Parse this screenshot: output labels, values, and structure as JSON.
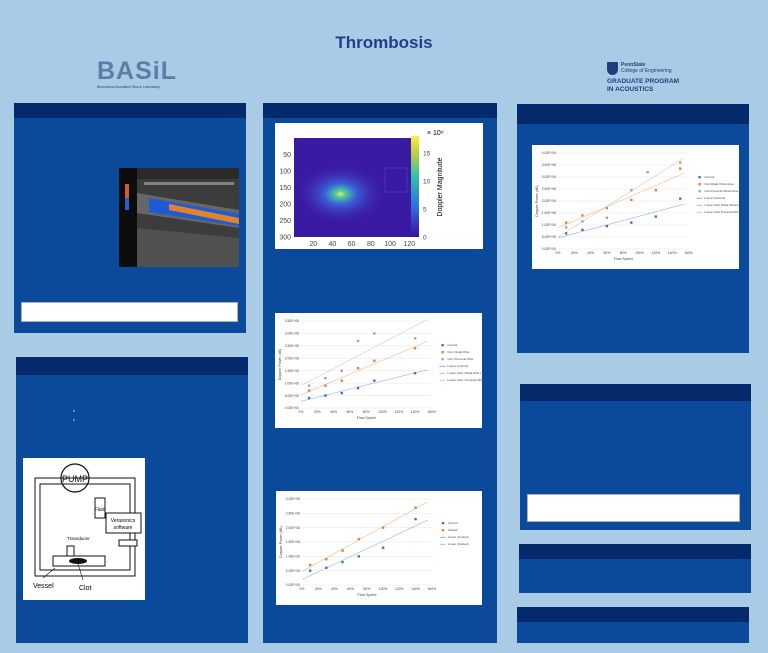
{
  "poster": {
    "title": "Thrombosis",
    "logos": {
      "basil": {
        "word": "BASiL",
        "tagline": "Biomedical Acoustics Shock Laboratory"
      },
      "psu": {
        "line1": "PennState",
        "line2": "College of Engineering",
        "line3": "GRADUATE PROGRAM",
        "line4": "IN ACOUSTICS"
      }
    }
  },
  "colors": {
    "background": "#a9cbe6",
    "panel": "#0b4a9b",
    "panel_header": "#052a6b",
    "title": "#1f3f8a"
  },
  "doppler_map": {
    "cbar_label": "Doppler Magnitude",
    "cbar_exponent": "× 10⁶",
    "cbar_ticks": [
      "15",
      "10",
      "5",
      "0"
    ],
    "y_ticks": [
      "50",
      "100",
      "150",
      "200",
      "250",
      "300"
    ],
    "x_ticks": [
      "20",
      "40",
      "60",
      "80",
      "100",
      "120"
    ]
  },
  "diagram": {
    "pump": "PUMP",
    "fluid": "Fluid",
    "software_l1": "Verasonics",
    "software_l2": "software",
    "probe": "Transducer",
    "vessel": "Vessel",
    "clot": "Clot"
  },
  "chart_data": [
    {
      "type": "scatter",
      "title": "",
      "xlabel": "Flow Speed",
      "ylabel": "Doppler Power (dB)",
      "x": [
        "0%",
        "20%",
        "40%",
        "60%",
        "80%",
        "100%",
        "120%",
        "140%",
        "160%"
      ],
      "y_ticks": [
        "0.00E+00",
        "5.00E+05",
        "1.00E+06",
        "1.50E+06",
        "2.00E+06",
        "2.50E+06",
        "3.00E+06",
        "3.50E+06",
        "4.00E+06"
      ],
      "ylim": [
        0,
        4000000
      ],
      "legend_position": "right",
      "legend": [
        "Control",
        "Clot Distal Obstructive",
        "Clot Proximal Obstructive",
        "Linear (Control)",
        "Linear (Clot Distal Obstructive)",
        "Linear (Clot Proximal Obstructive)"
      ],
      "series": [
        {
          "color": "#4472c4",
          "points": [
            [
              10,
              650000
            ],
            [
              30,
              800000
            ],
            [
              60,
              950000
            ],
            [
              90,
              1100000
            ],
            [
              120,
              1350000
            ],
            [
              150,
              2100000
            ]
          ]
        },
        {
          "color": "#ed7d31",
          "points": [
            [
              10,
              1100000
            ],
            [
              30,
              1400000
            ],
            [
              60,
              1700000
            ],
            [
              90,
              2050000
            ],
            [
              120,
              2450000
            ],
            [
              150,
              3350000
            ]
          ]
        },
        {
          "color": "#a5a5a5",
          "points": [
            [
              10,
              900000
            ],
            [
              30,
              1150000
            ],
            [
              60,
              1300000
            ],
            [
              90,
              2450000
            ],
            [
              110,
              3200000
            ],
            [
              150,
              3600000
            ]
          ]
        }
      ]
    },
    {
      "type": "scatter",
      "title": "",
      "xlabel": "Flow Speed",
      "ylabel": "Doppler Power (dB)",
      "x": [
        "0%",
        "20%",
        "40%",
        "60%",
        "80%",
        "100%",
        "120%",
        "140%",
        "160%"
      ],
      "y_ticks": [
        "0.00E+00",
        "5.00E+05",
        "1.00E+06",
        "1.50E+06",
        "2.00E+06",
        "2.50E+06",
        "3.00E+06",
        "3.50E+06"
      ],
      "ylim": [
        0,
        3500000
      ],
      "legend_position": "right",
      "legend": [
        "Control",
        "Clot, Distal Obst.",
        "Clot, Proximal Obst.",
        "Linear (Control)",
        "Linear (Clot, Distal Obst.)",
        "Linear (Clot, Proximal Obst.)"
      ],
      "series": [
        {
          "color": "#4472c4",
          "points": [
            [
              10,
              400000
            ],
            [
              30,
              500000
            ],
            [
              50,
              600000
            ],
            [
              70,
              800000
            ],
            [
              90,
              1100000
            ],
            [
              140,
              1400000
            ]
          ]
        },
        {
          "color": "#ed7d31",
          "points": [
            [
              10,
              700000
            ],
            [
              30,
              900000
            ],
            [
              50,
              1100000
            ],
            [
              70,
              1600000
            ],
            [
              90,
              1900000
            ],
            [
              140,
              2400000
            ]
          ]
        },
        {
          "color": "#a5a5a5",
          "points": [
            [
              10,
              900000
            ],
            [
              30,
              1200000
            ],
            [
              50,
              1500000
            ],
            [
              70,
              2700000
            ],
            [
              90,
              3000000
            ],
            [
              140,
              2800000
            ]
          ]
        }
      ]
    },
    {
      "type": "scatter",
      "title": "",
      "xlabel": "Flow Speed",
      "ylabel": "Doppler Power (dB)",
      "x": [
        "0%",
        "20%",
        "40%",
        "60%",
        "80%",
        "100%",
        "120%",
        "140%",
        "160%"
      ],
      "y_ticks": [
        "0.00E+00",
        "5.00E+05",
        "1.00E+06",
        "1.50E+06",
        "2.00E+06",
        "2.50E+06",
        "3.00E+06"
      ],
      "ylim": [
        0,
        3000000
      ],
      "legend_position": "right",
      "legend": [
        "Control",
        "Clotted",
        "Linear (Control)",
        "Linear (Clotted)"
      ],
      "series": [
        {
          "color": "#4472c4",
          "points": [
            [
              10,
              500000
            ],
            [
              30,
              600000
            ],
            [
              50,
              800000
            ],
            [
              70,
              1000000
            ],
            [
              100,
              1300000
            ],
            [
              140,
              2300000
            ]
          ]
        },
        {
          "color": "#ed7d31",
          "points": [
            [
              10,
              700000
            ],
            [
              30,
              900000
            ],
            [
              50,
              1200000
            ],
            [
              70,
              1600000
            ],
            [
              100,
              2000000
            ],
            [
              140,
              2700000
            ]
          ]
        }
      ]
    }
  ]
}
